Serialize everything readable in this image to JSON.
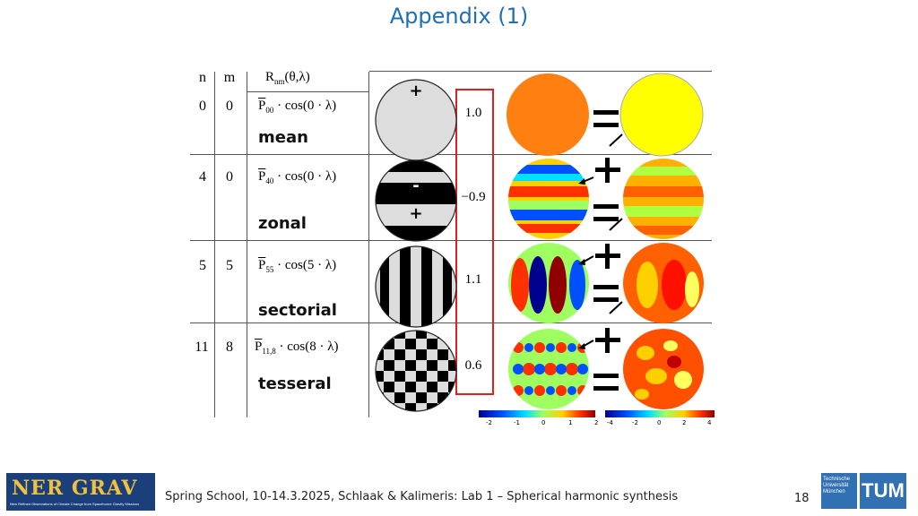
{
  "title": "Appendix (1)",
  "table": {
    "headers": {
      "n": "n",
      "m": "m",
      "rnm": "R",
      "rnm_sub": "nm",
      "rnm_args": "(θ,λ)"
    },
    "rows": [
      {
        "n": "0",
        "m": "0",
        "p": "P",
        "p_sub": "00",
        "expr": "· cos(0 · λ)",
        "type": "mean",
        "coef": "1.0"
      },
      {
        "n": "4",
        "m": "0",
        "p": "P",
        "p_sub": "40",
        "expr": "· cos(0 · λ)",
        "type": "zonal",
        "coef": "−0.9"
      },
      {
        "n": "5",
        "m": "5",
        "p": "P",
        "p_sub": "55",
        "expr": "· cos(5 · λ)",
        "type": "sectorial",
        "coef": "1.1"
      },
      {
        "n": "11",
        "m": "8",
        "p": "P",
        "p_sub": "11,8",
        "expr": "· cos(8 · λ)",
        "type": "tesseral",
        "coef": "0.6"
      }
    ]
  },
  "sign_labels": {
    "plus": "+",
    "minus": "-"
  },
  "colorbars": [
    {
      "ticks": [
        "-2",
        "-1",
        "0",
        "1",
        "2"
      ]
    },
    {
      "ticks": [
        "-4",
        "-2",
        "0",
        "2",
        "4"
      ]
    }
  ],
  "colors": {
    "title": "#1f6fb5",
    "box": "#e02020",
    "orange": "#ff7f10",
    "yellow": "#ffff00"
  },
  "footer": {
    "text": "Spring School, 10-14.3.2025, Schlaak & Kalimeris: Lab 1 – Spherical harmonic synthesis",
    "page": "18",
    "logo_left": "NER GRAV",
    "logo_left_sub": "New Refined Observations of Climate Change from Spaceborne Gravity Missions",
    "logo_right_text": [
      "Technische",
      "Universität",
      "München"
    ],
    "logo_right_mark": "TUM"
  }
}
